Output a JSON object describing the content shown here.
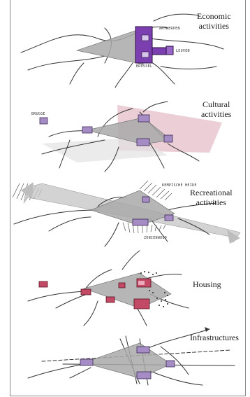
{
  "panels": [
    {
      "id": "economic",
      "title_line1": "Economic",
      "title_line2": "activities",
      "small_labels": [
        "ANTWERPEN",
        "LEUVEN",
        "BRUSSEL"
      ]
    },
    {
      "id": "cultural",
      "title_line1": "Cultural",
      "title_line2": "activities",
      "small_labels": [
        "BRUGGE"
      ]
    },
    {
      "id": "recreational",
      "title_line1": "Recreational",
      "title_line2": "activities",
      "small_labels": [
        "KEMPISCHE HEIDE",
        "ZONIENWOUD"
      ]
    },
    {
      "id": "housing",
      "title_line1": "Housing",
      "title_line2": ""
    },
    {
      "id": "infrastructures",
      "title_line1": "Infrastructures",
      "title_line2": ""
    }
  ],
  "colors": {
    "triangle_gray": "#a9a9a9",
    "economic_purple": "#7b3fb0",
    "cultural_pink": "#e8c6cf",
    "node_purple": "#a58cc4",
    "housing_red": "#b8354f",
    "recreation_arrow": "#c8c8c8"
  }
}
